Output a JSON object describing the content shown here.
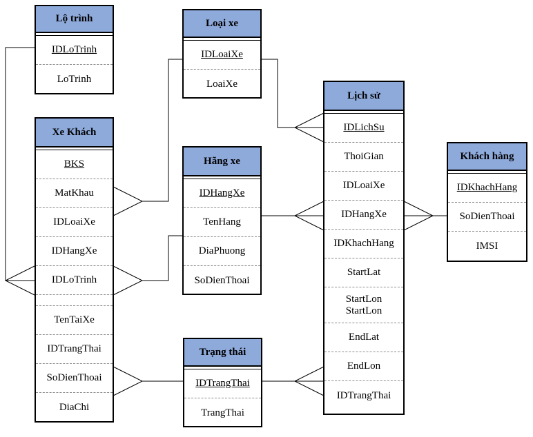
{
  "entities": {
    "lo_trinh": {
      "title": "Lộ trình",
      "fields": [
        "IDLoTrinh",
        "LoTrinh"
      ]
    },
    "loai_xe": {
      "title": "Loại xe",
      "fields": [
        "IDLoaiXe",
        "LoaiXe"
      ]
    },
    "xe_khach": {
      "title": "Xe Khách",
      "fields": [
        "BKS",
        "MatKhau",
        "IDLoaiXe",
        "IDHangXe",
        "IDLoTrinh",
        "",
        "TenTaiXe",
        "IDTrangThai",
        "SoDienThoai",
        "DiaChi"
      ]
    },
    "hang_xe": {
      "title": "Hãng xe",
      "fields": [
        "IDHangXe",
        "TenHang",
        "DiaPhuong",
        "SoDienThoai"
      ]
    },
    "lich_su": {
      "title": "Lịch sử",
      "fields": [
        "IDLichSu",
        "ThoiGian",
        "IDLoaiXe",
        "IDHangXe",
        "IDKhachHang",
        "StartLat",
        "StartLon",
        "StartLon",
        "EndLat",
        "EndLon",
        "IDTrangThai"
      ]
    },
    "khach_hang": {
      "title": "Khách hàng",
      "fields": [
        "IDKhachHang",
        "SoDienThoai",
        "IMSI"
      ]
    },
    "trang_thai": {
      "title": "Trạng thái",
      "fields": [
        "IDTrangThai",
        "TrangThai"
      ]
    }
  }
}
